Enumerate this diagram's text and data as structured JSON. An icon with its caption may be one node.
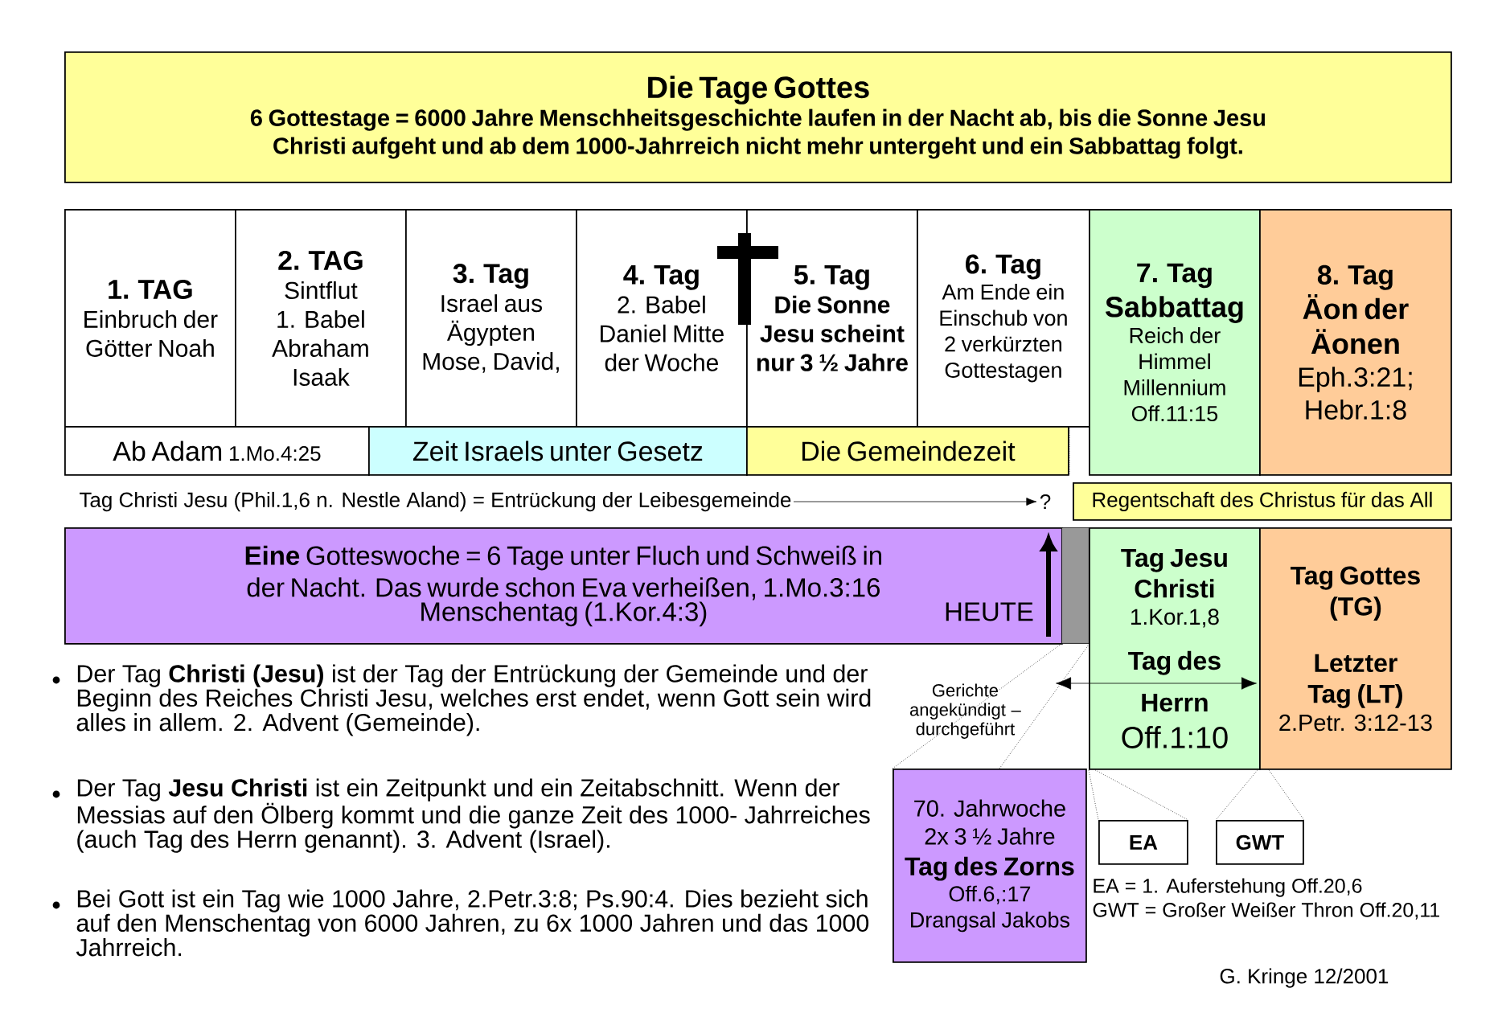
{
  "diagram": {
    "nodes": [
      {
        "text": [
          "Die Tage Gottes",
          "6 Gottestage = 6000 Jahre Menschheitsgeschichte laufen in der Nacht ab, bis die Sonne Jesu Christi aufgeht und ab dem 1000-Jahrreich nicht mehr untergeht  und ein Sabbattag folgt."
        ]
      },
      {
        "text": [
          "1. TAG",
          "Einbruch der Götter Noah"
        ]
      },
      {
        "text": [
          "2. TAG",
          "Sintflut 1. Babel Abraham Isaak"
        ]
      },
      {
        "text": [
          "3. Tag",
          "Israel aus Ägypten Mose, David,"
        ]
      },
      {
        "text": [
          "4. Tag",
          "2. Babel Daniel Mitte der Woche"
        ]
      },
      {
        "text": [
          "5. Tag",
          "Die Sonne Jesu scheint nur 3 ½ Jahre"
        ]
      },
      {
        "text": [
          "6. Tag",
          "Am Ende ein Einschub von 2 verkürzten Gottestagen"
        ]
      },
      {
        "text": [
          "7. Tag",
          "Sabbattag",
          "Reich der Himmel Millennium Off.11:15"
        ]
      },
      {
        "text": [
          "8. Tag",
          "Äon der Äonen",
          "Eph.3:21; Hebr.1:8"
        ]
      },
      {
        "text": [
          "Ab Adam",
          "1.Mo.4:25"
        ]
      },
      {
        "text": [
          "Zeit Israels unter Gesetz"
        ]
      },
      {
        "text": [
          "Die Gemeindezeit"
        ]
      },
      {
        "text": [
          "Tag Christi Jesu (Phil.1,6 n. Nestle Aland) = Entrückung der Leibesgemeinde"
        ]
      },
      {
        "text": [
          "?"
        ]
      },
      {
        "text": [
          "Regentschaft des Christus für das All"
        ]
      },
      {
        "text": [
          "**Eine** Gotteswoche = 6 Tage unter Fluch und Schweiß in der Nacht. Das wurde schon Eva verheißen, 1.Mo.3:16",
          "Menschentag (1.Kor.4:3)",
          "HEUTE"
        ]
      },
      {
        "text": [],
        "shape": "bar"
      },
      {
        "text": [
          "Tag Jesu Christi",
          "1.Kor.1,8",
          "Tag des Herrn",
          "Off.1:10"
        ]
      },
      {
        "text": [
          "Tag Gottes (TG)",
          "Letzter Tag (LT)",
          "2.Petr. 3:12-13"
        ]
      },
      {
        "text": [
          "70. Jahrwoche 2x 3 ½ Jahre",
          "Tag des Zorns",
          "Off.6,:17 Drangsal Jakobs"
        ]
      },
      {
        "text": [
          "EA"
        ]
      },
      {
        "text": [
          "GWT"
        ]
      }
    ],
    "edges": [
      {
        "from": 12,
        "to": 13,
        "arrow": "to"
      },
      {
        "from": 16,
        "to": 19,
        "arrow": "none",
        "style": "dashed"
      },
      {
        "from": 16,
        "to": 19,
        "arrow": "none",
        "style": "dashed"
      },
      {
        "from": 17,
        "to": 20,
        "arrow": "none",
        "style": "dashed"
      },
      {
        "from": 17,
        "to": 20,
        "arrow": "none",
        "style": "dashed"
      },
      {
        "from": 18,
        "to": 21,
        "arrow": "none",
        "style": "dashed"
      },
      {
        "from": 18,
        "to": 21,
        "arrow": "none",
        "style": "dashed"
      }
    ],
    "labels": [
      "Der Tag **Christi (Jesu)** ist der Tag der Entrückung der Gemeinde und der Beginn des Reiches Christi Jesu, welches erst endet, wenn Gott sein wird alles in allem. 2. Advent (Gemeinde).",
      "Gerichte angekündigt – durchgeführt",
      "Der Tag **Jesu Christi** ist ein Zeitpunkt und ein Zeitabschnitt. Wenn der Messias auf den Ölberg kommt und die ganze Zeit des 1000- Jahrreiches (auch Tag des Herrn genannt). 3. Advent (Israel).",
      "Bei Gott ist ein Tag wie 1000 Jahre, 2.Petr.3:8; Ps.90:4. Dies bezieht sich auf den Menschentag von 6000 Jahren, zu 6x 1000 Jahren und das 1000 Jahrreich.",
      "EA = 1. Auferstehung Off.20,6",
      "GWT = Großer Weißer Thron Off.20,11",
      "G. Kringe 12/2001"
    ]
  }
}
